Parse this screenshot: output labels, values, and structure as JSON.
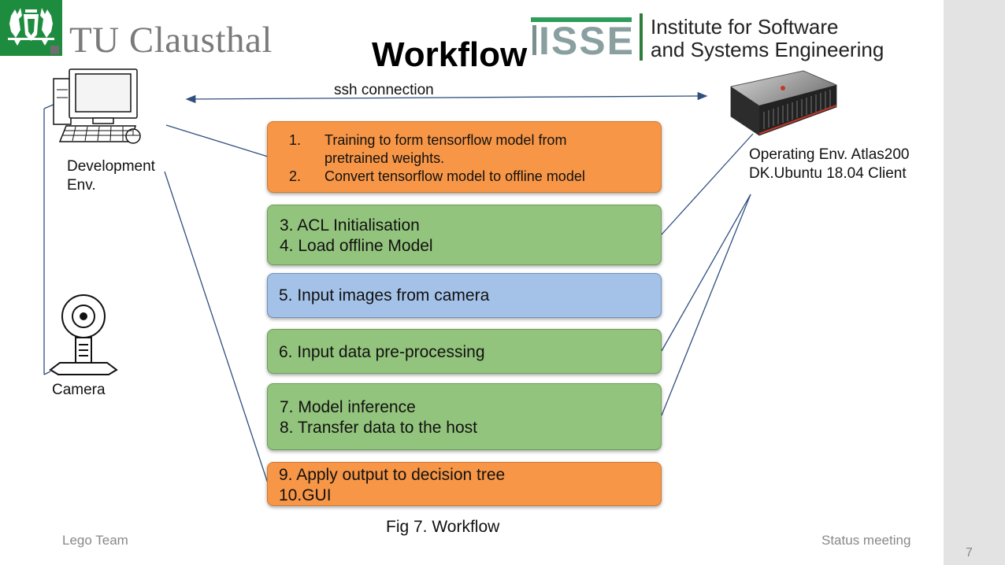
{
  "header": {
    "university_name": "TU Clausthal",
    "slide_title": "Workflow",
    "institute_acronym": "ISSE",
    "institute_line1": "Institute for Software",
    "institute_line2": "and Systems Engineering"
  },
  "diagram": {
    "ssh_label": "ssh connection",
    "dev_env_label_line1": "Development",
    "dev_env_label_line2": "Env.",
    "camera_label": "Camera",
    "operating_env_line1": "Operating Env. Atlas200",
    "operating_env_line2": "DK.Ubuntu 18.04 Client",
    "steps": {
      "box1_item1_num": "1.",
      "box1_item1_text": "Training to form tensorflow model from pretrained weights.",
      "box1_item2_num": "2.",
      "box1_item2_text": "Convert tensorflow  model to offline model",
      "box2_line1": "3. ACL Initialisation",
      "box2_line2": "4. Load offline Model",
      "box3_line1": "5. Input images from camera",
      "box4_line1": "6. Input data pre-processing",
      "box5_line1": "7. Model inference",
      "box5_line2": "8. Transfer data to the host",
      "box6_line1": "9. Apply output to decision tree",
      "box6_line2": "10.GUI"
    },
    "caption": "Fig 7. Workflow"
  },
  "footer": {
    "left": "Lego Team",
    "right": "Status meeting",
    "page_number": "7"
  },
  "colors": {
    "orange": "#f79646",
    "green": "#93c47d",
    "blue": "#a4c2e8",
    "connector": "#2f4f7f",
    "brand_green": "#1e8c3f"
  }
}
